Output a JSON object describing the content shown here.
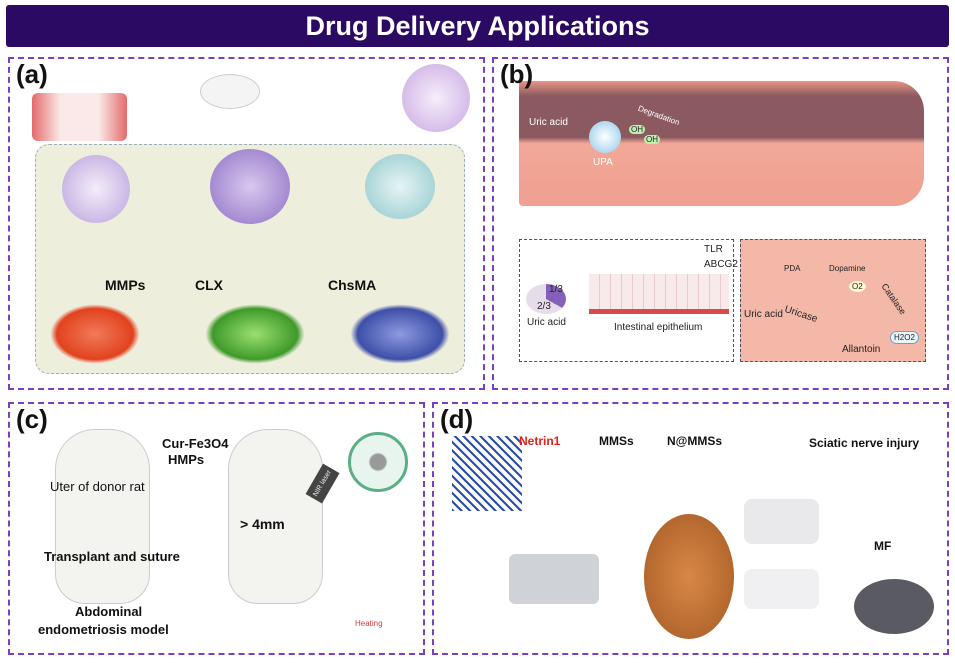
{
  "header": {
    "title": "Drug Delivery Applications"
  },
  "colors": {
    "header_bg": "#2b0a63",
    "panel_border": "#7b3fc4",
    "netrin_red": "#e0201a"
  },
  "panels": {
    "a": {
      "label": "(a)",
      "labels": [
        "MMPs",
        "CLX",
        "ChsMA"
      ]
    },
    "b": {
      "label": "(b)",
      "uric_acid_top": "Uric acid",
      "upa": "UPA",
      "oh1": "OH",
      "oh2": "OH",
      "degradation": "Degradation",
      "tlr": "TLR",
      "abcg2": "ABCG2",
      "frac1": "1/3",
      "frac2": "2/3",
      "uric_acid_body": "Uric acid",
      "epithelium": "Intestinal epithelium",
      "pda": "PDA",
      "dopamine": "Dopamine",
      "o2": "O2",
      "catalase": "Catalase",
      "uric_acid_right": "Uric acid",
      "uricase": "Uricase",
      "h2o2": "H2O2",
      "allantoin": "Allantoin"
    },
    "c": {
      "label": "(c)",
      "cur": "Cur-Fe3O4",
      "hmps": "HMPs",
      "uter": "Uter of donor rat",
      "transplant": "Transplant and suture",
      "distance": "> 4mm",
      "nir": "NIR laser",
      "model1": "Abdominal",
      "model2": "endometriosis model",
      "heating": "Heating"
    },
    "d": {
      "label": "(d)",
      "netrin": "Netrin1",
      "mmss": "MMSs",
      "nmmss": "N@MMSs",
      "sciatic": "Sciatic nerve injury",
      "mf": "MF"
    }
  }
}
